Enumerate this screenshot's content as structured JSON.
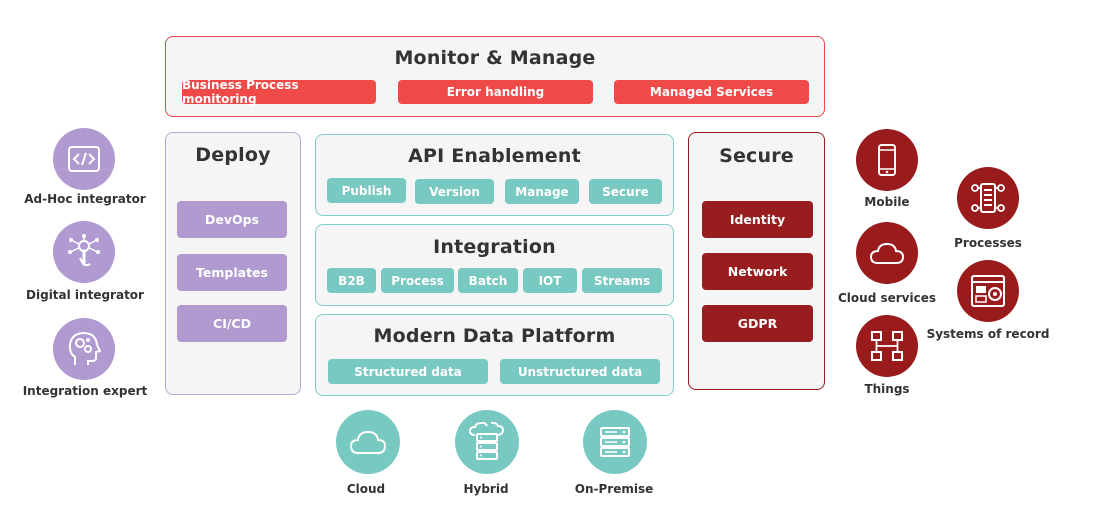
{
  "monitor": {
    "title": "Monitor & Manage",
    "items": [
      "Business Process monitoring",
      "Error handling",
      "Managed Services"
    ]
  },
  "deploy": {
    "title": "Deploy",
    "items": [
      "DevOps",
      "Templates",
      "CI/CD"
    ]
  },
  "api": {
    "title": "API Enablement",
    "items": [
      "Publish",
      "Version",
      "Manage",
      "Secure"
    ]
  },
  "integration": {
    "title": "Integration",
    "items": [
      "B2B",
      "Process",
      "Batch",
      "IOT",
      "Streams"
    ]
  },
  "data_platform": {
    "title": "Modern Data Platform",
    "items": [
      "Structured data",
      "Unstructured data"
    ]
  },
  "secure": {
    "title": "Secure",
    "items": [
      "Identity",
      "Network",
      "GDPR"
    ]
  },
  "personas": [
    {
      "label": "Ad-Hoc integrator",
      "icon": "code-icon"
    },
    {
      "label": "Digital integrator",
      "icon": "touch-network-icon"
    },
    {
      "label": "Integration expert",
      "icon": "head-gears-icon"
    }
  ],
  "endpoints_left": [
    {
      "label": "Mobile",
      "icon": "mobile-icon"
    },
    {
      "label": "Cloud services",
      "icon": "cloud-icon"
    },
    {
      "label": "Things",
      "icon": "network-nodes-icon"
    }
  ],
  "endpoints_right": [
    {
      "label": "Processes",
      "icon": "process-flow-icon"
    },
    {
      "label": "Systems of record",
      "icon": "server-display-icon"
    }
  ],
  "deployment": [
    {
      "label": "Cloud",
      "icon": "cloud-icon"
    },
    {
      "label": "Hybrid",
      "icon": "cloud-server-icon"
    },
    {
      "label": "On-Premise",
      "icon": "server-icon"
    }
  ],
  "colors": {
    "red": "#ef4a48",
    "teal": "#78c9c1",
    "purple": "#b09ad0",
    "dark_red": "#9a1b1c"
  }
}
